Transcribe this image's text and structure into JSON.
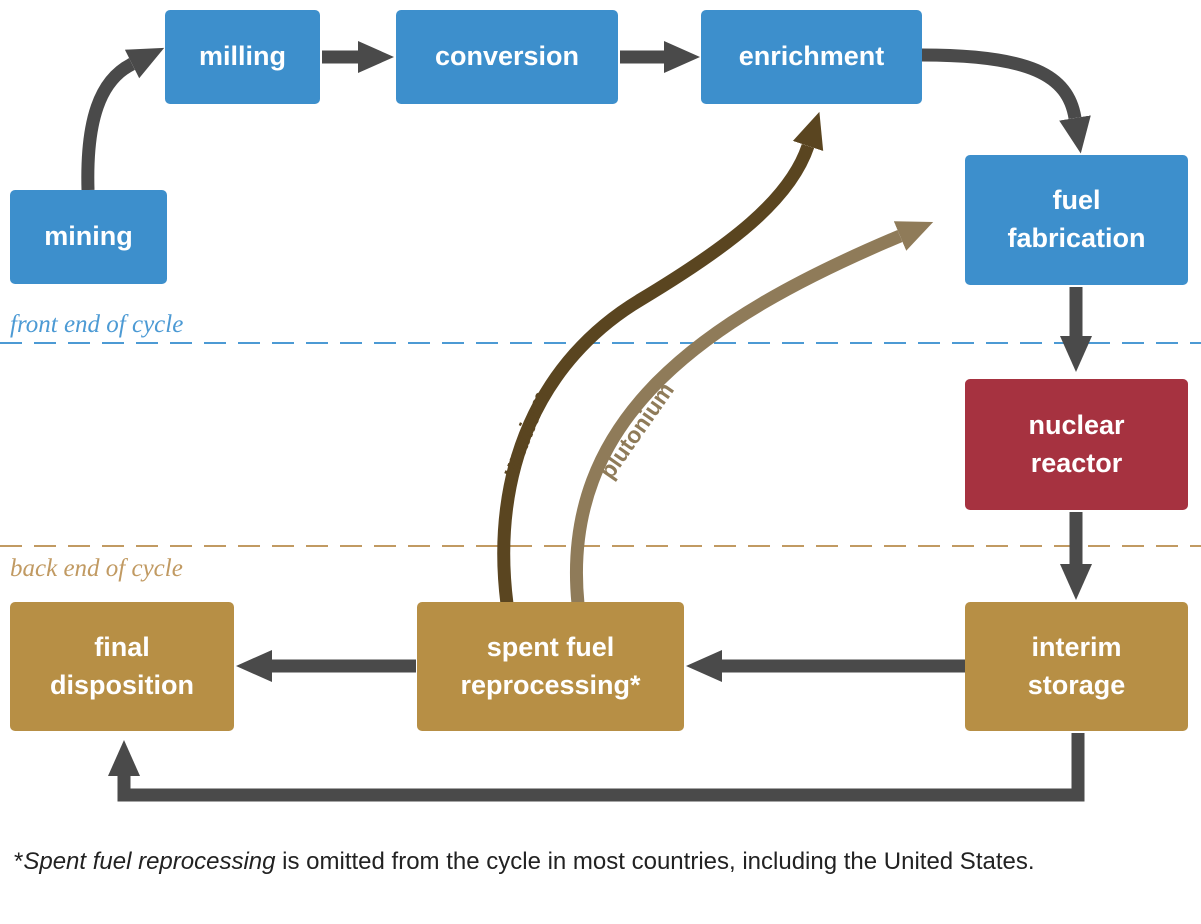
{
  "nodes": {
    "mining": [
      "mining"
    ],
    "milling": [
      "milling"
    ],
    "conversion": [
      "conversion"
    ],
    "enrichment": [
      "enrichment"
    ],
    "fuel_fabrication": [
      "fuel",
      "fabrication"
    ],
    "nuclear_reactor": [
      "nuclear",
      "reactor"
    ],
    "interim_storage": [
      "interim",
      "storage"
    ],
    "spent_fuel_reprocessing": [
      "spent fuel",
      "reprocessing*"
    ],
    "final_disposition": [
      "final",
      "disposition"
    ]
  },
  "zones": {
    "front_end": "front end of cycle",
    "back_end": "back end of cycle"
  },
  "flows": {
    "uranium": "uranium",
    "plutonium": "plutonium"
  },
  "footnote": {
    "term": "Spent fuel reprocessing",
    "rest": " is omitted from the cycle in most countries, including the United States.",
    "prefix": "*"
  },
  "colors": {
    "front_end": "#3d8fcc",
    "reactor": "#a63240",
    "back_end": "#b78f45",
    "arrow": "#4a4a4a",
    "uranium": "#5a4520",
    "plutonium": "#8f7b59",
    "front_line": "#4c9ad4",
    "back_line": "#c19a62"
  }
}
